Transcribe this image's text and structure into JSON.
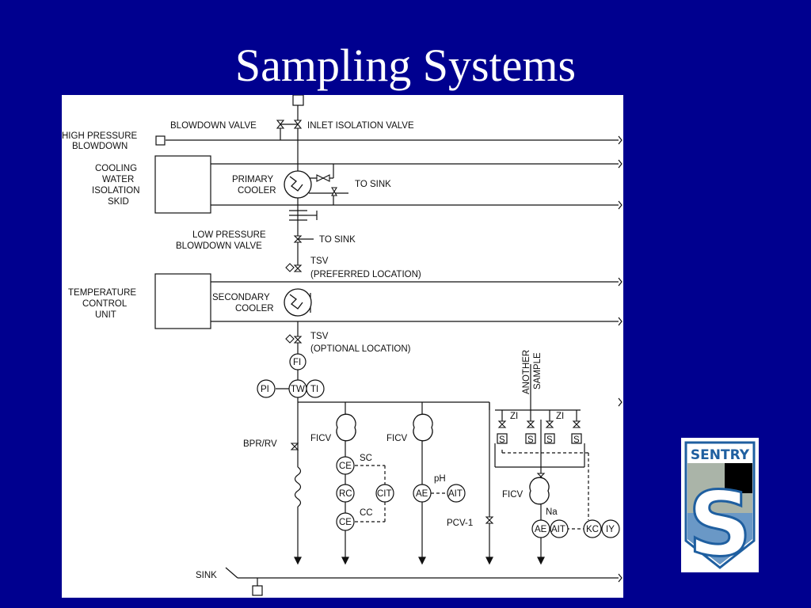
{
  "slide": {
    "title": "Sampling Systems"
  },
  "colors": {
    "background": "#00008f",
    "title": "#ffffff",
    "panel": "#ffffff",
    "line": "#111111",
    "logo_blue": "#1f5fa0",
    "logo_gray": "#aab4a8"
  },
  "diagram": {
    "labels": {
      "hp_blowdown_1": "HIGH PRESSURE",
      "hp_blowdown_2": "BLOWDOWN",
      "blowdown_valve": "BLOWDOWN  VALVE",
      "inlet_isolation_valve": "INLET ISOLATION VALVE",
      "cooling_1": "COOLING",
      "cooling_2": "WATER",
      "cooling_3": "ISOLATION",
      "cooling_4": "SKID",
      "primary_1": "PRIMARY",
      "primary_2": "COOLER",
      "to_sink_1": "TO SINK",
      "lp_blowdown_1": "LOW PRESSURE",
      "lp_blowdown_2": "BLOWDOWN VALVE",
      "to_sink_2": "TO SINK",
      "tsv_1": "TSV",
      "tsv_1_loc": "(PREFERRED LOCATION)",
      "temp_1": "TEMPERATURE",
      "temp_2": "CONTROL",
      "temp_3": "UNIT",
      "secondary_1": "SECONDARY",
      "secondary_2": "COOLER",
      "tsv_2": "TSV",
      "tsv_2_loc": "(OPTIONAL LOCATION)",
      "fi": "FI",
      "pi": "PI",
      "tw": "TW",
      "ti": "TI",
      "another_1": "ANOTHER",
      "another_2": "SAMPLE",
      "bpr_rv": "BPR/RV",
      "ficv_1": "FICV",
      "ficv_2": "FICV",
      "ficv_3": "FICV",
      "sc": "SC",
      "cc": "CC",
      "ph": "pH",
      "na": "Na",
      "ce_1": "CE",
      "rc": "RC",
      "cit": "CIT",
      "ce_2": "CE",
      "ae_1": "AE",
      "ait_1": "AIT",
      "ae_2": "AE",
      "ait_2": "AIT",
      "kc": "KC",
      "iy": "IY",
      "pcv_1": "PCV-1",
      "sink": "SINK",
      "s_1": "S",
      "s_2": "S",
      "s_3": "S",
      "s_4": "S",
      "zi_1": "ZI",
      "zi_2": "ZI"
    }
  },
  "logo": {
    "text": "SENTRY",
    "letter": "S"
  }
}
